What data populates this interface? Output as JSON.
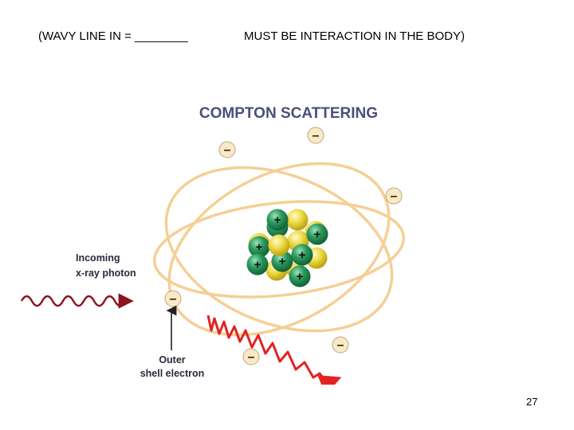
{
  "slide": {
    "prompt_left": "(WAVY LINE IN = ________",
    "prompt_right": "MUST BE INTERACTION IN THE BODY)",
    "page_number": "27"
  },
  "figure": {
    "title": "COMPTON SCATTERING",
    "label_incoming_line1": "Incoming",
    "label_incoming_line2": "x-ray photon",
    "label_outer_line1": "Outer",
    "label_outer_line2": "shell electron",
    "minus_sign": "–",
    "plus_sign": "+"
  },
  "colors": {
    "title": "#4a4f7a",
    "orbit": "#f5cf95",
    "electron_fill": "#fbe8c4",
    "proton": "#2e9a60",
    "neutron": "#e7d23d",
    "incoming_wave": "#8b1420",
    "scattered_wave": "#e32222",
    "label": "#2a2a3a"
  }
}
